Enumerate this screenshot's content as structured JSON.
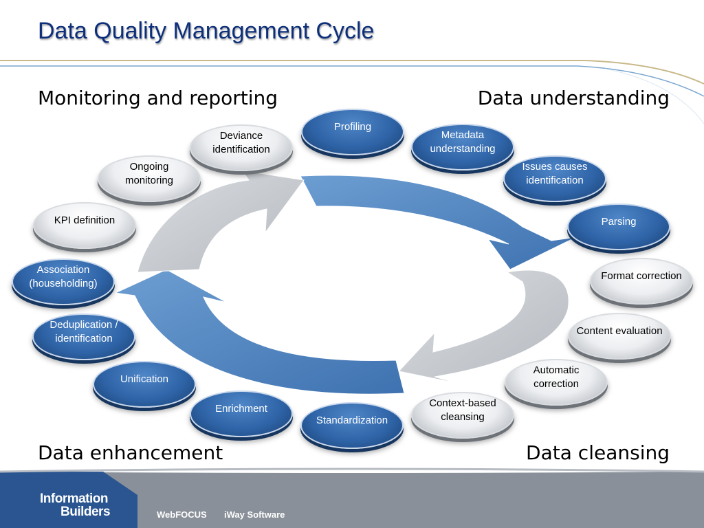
{
  "title": "Data Quality Management Cycle",
  "quadrants": {
    "monitoring": "Monitoring and reporting",
    "understanding": "Data understanding",
    "enhancement": "Data enhancement",
    "cleansing": "Data cleansing"
  },
  "nodes": {
    "profiling": "Profiling",
    "metadata": "Metadata understanding",
    "issues": "Issues causes identification",
    "parsing": "Parsing",
    "format": "Format correction",
    "content": "Content evaluation",
    "automatic": "Automatic correction",
    "context": "Context-based cleansing",
    "standardization": "Standardization",
    "enrichment": "Enrichment",
    "unification": "Unification",
    "deduplication": "Deduplication / identification",
    "association": "Association (householding)",
    "kpi": "KPI definition",
    "ongoing": "Ongoing monitoring",
    "deviance": "Deviance identification"
  },
  "footer": {
    "logo_line1": "Information",
    "logo_line2": "Builders",
    "product1": "WebFOCUS",
    "product2": "iWay Software"
  },
  "colors": {
    "title": "#0d2f7a",
    "node_blue": "#2f65a8",
    "node_gray": "#eceef1",
    "arrow_blue": "#5b8fc6",
    "arrow_gray": "#c9ccd1",
    "footer": "#8a9099"
  }
}
